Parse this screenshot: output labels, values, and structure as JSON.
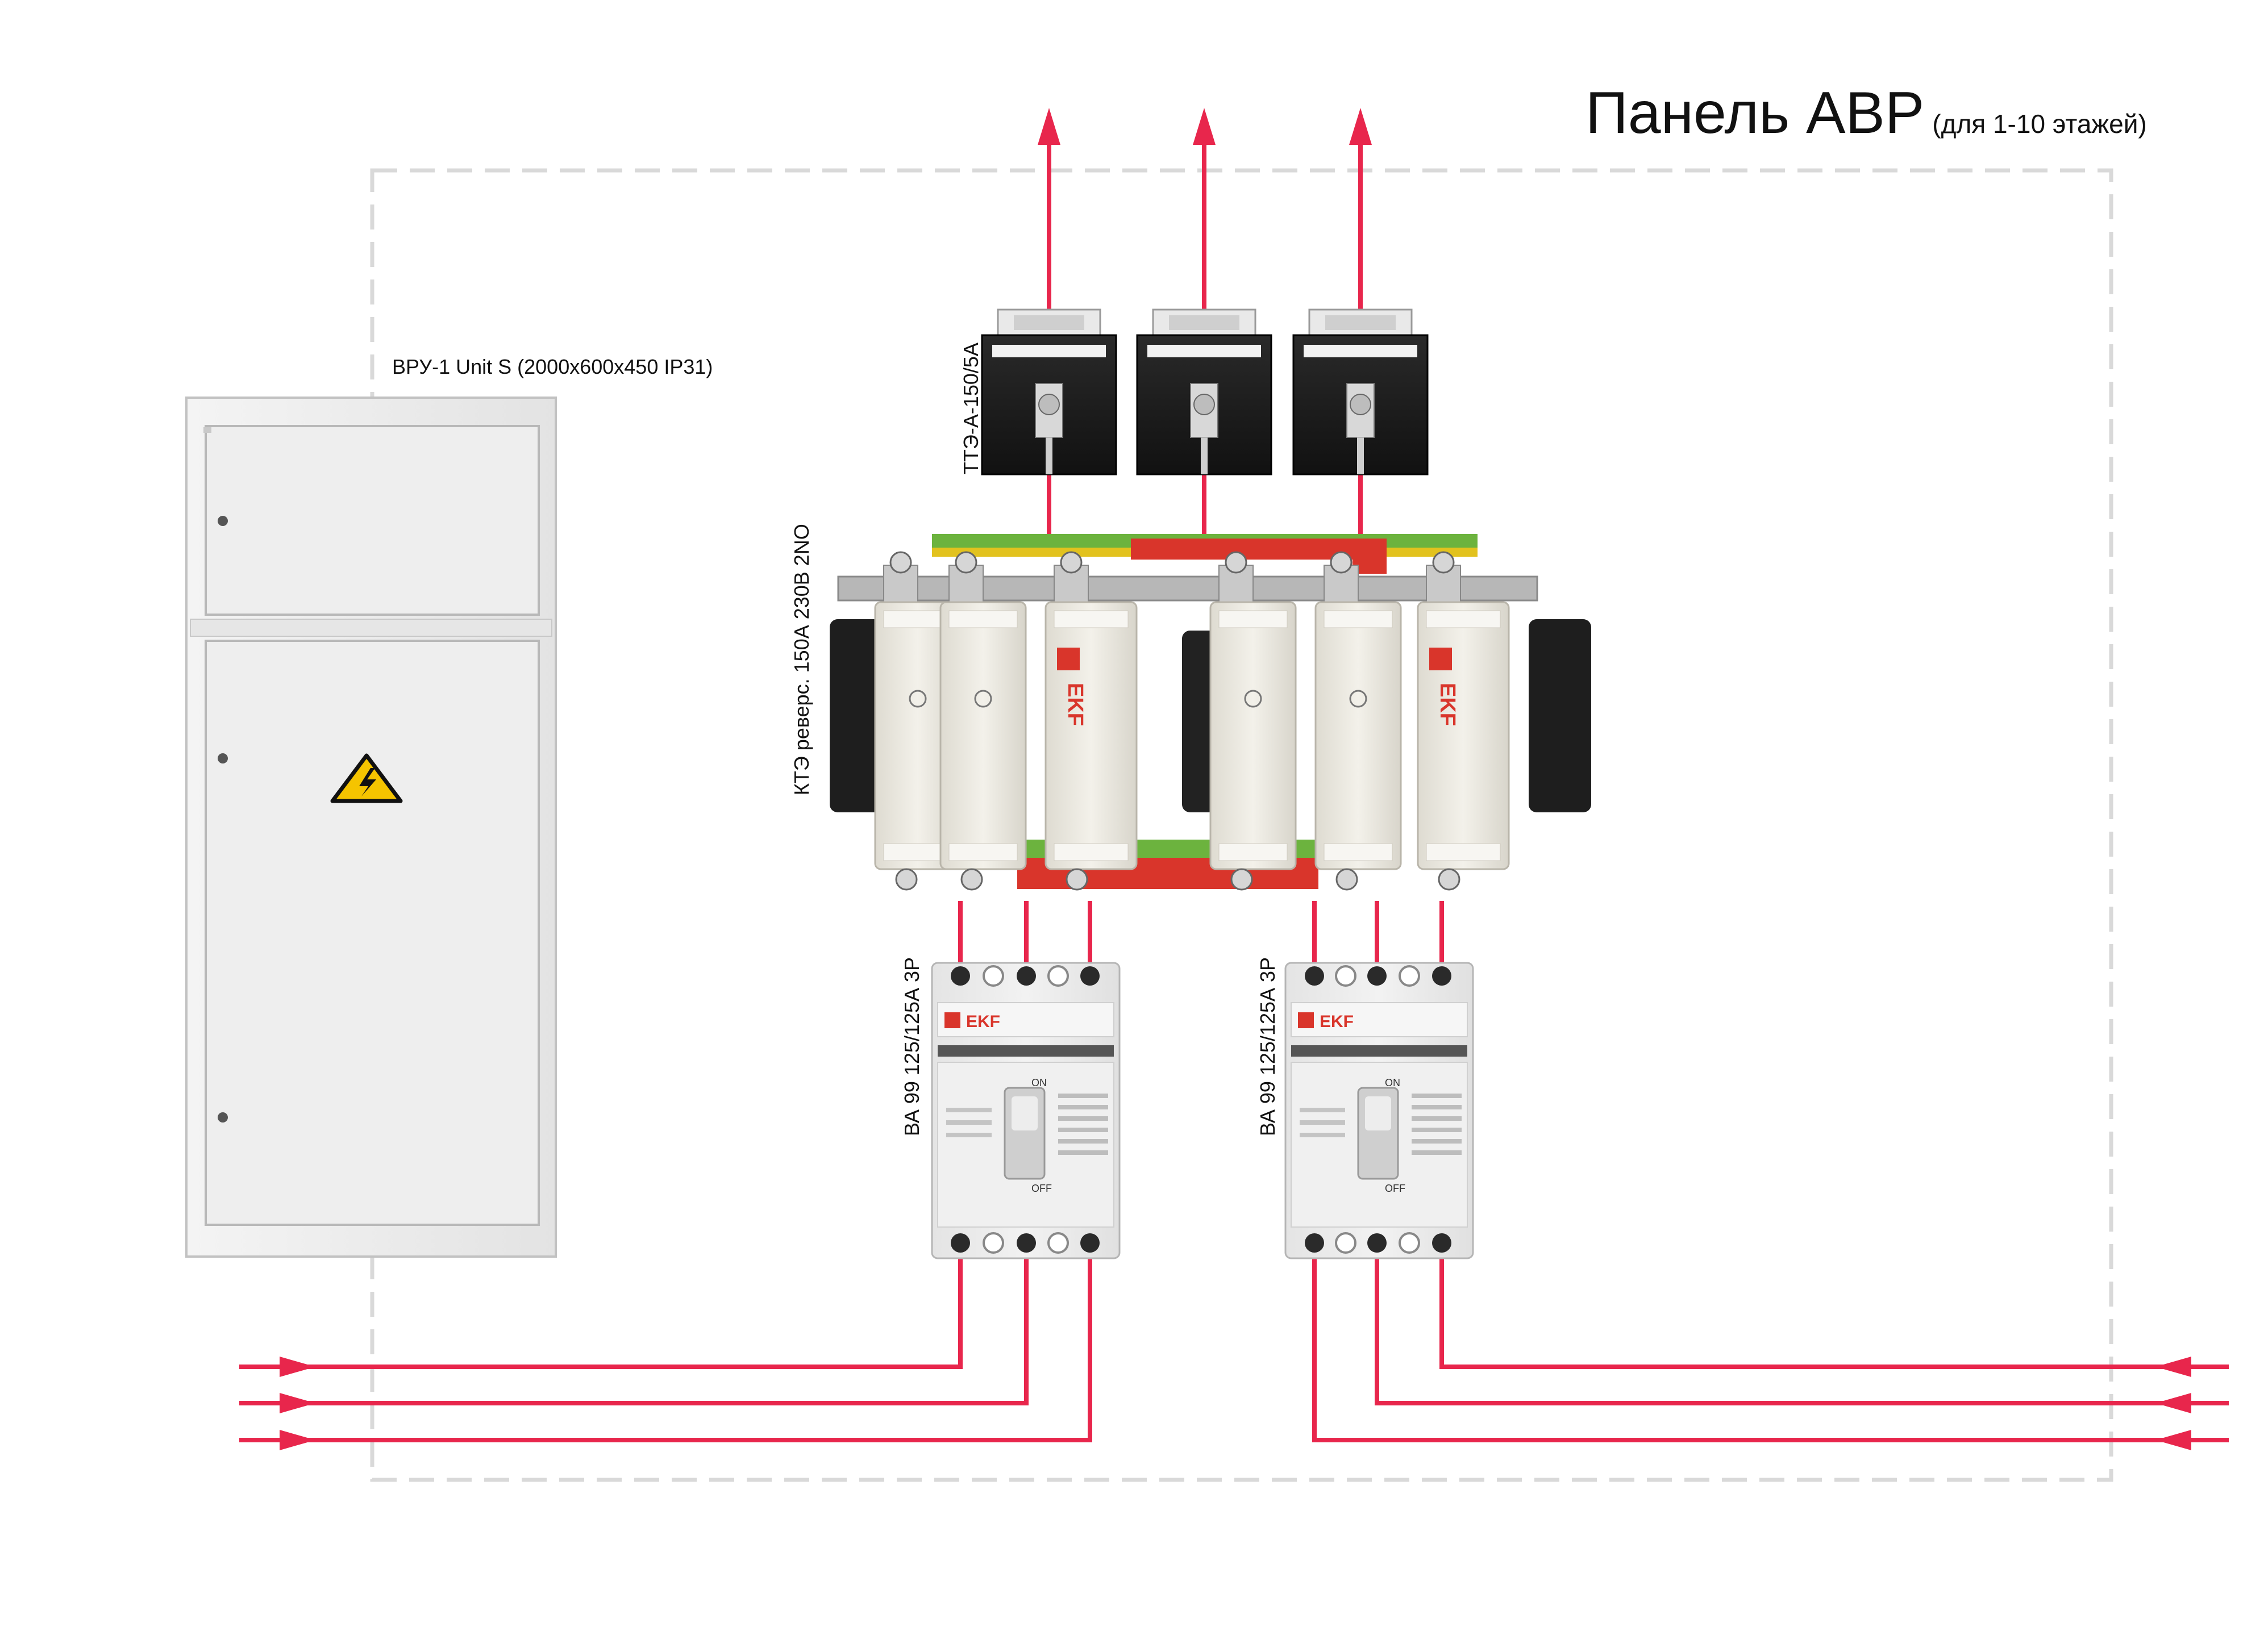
{
  "panel": {
    "title": "Панель АВР",
    "subtitle": "(для 1-10 этажей)"
  },
  "cabinet": {
    "label": "ВРУ-1 Unit S (2000x600x450 IP31)"
  },
  "current_transformers": {
    "label": "ТТЭ-А-150/5А",
    "count": 3
  },
  "contactor": {
    "label": "КТЭ реверс. 150А 230В 2NO",
    "brand": "EKF"
  },
  "breakers": [
    {
      "label": "ВА 99 125/125А 3Р",
      "brand": "EKF",
      "state_on": "ON",
      "state_off": "OFF"
    },
    {
      "label": "ВА 99 125/125А 3Р",
      "brand": "EKF",
      "state_on": "ON",
      "state_off": "OFF"
    }
  ],
  "colors": {
    "wire": "#e8264c",
    "frame": "#d9d9d9",
    "cabinet": "#ececec",
    "cabinet_edge": "#bdbdbd",
    "ct_body": "#1b1b1b",
    "contactor_body": "#ece9e0",
    "bus_green": "#6cb33e",
    "bus_red": "#d9352b",
    "breaker_body": "#eaeaea",
    "warning": "#f5c400"
  }
}
